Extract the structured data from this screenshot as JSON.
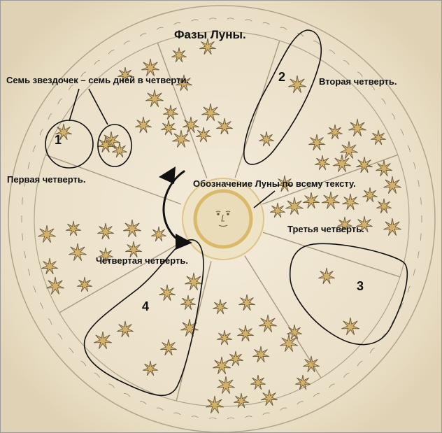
{
  "title": "Фазы Луны.",
  "labels": {
    "seven_stars": "Семь звездочек – семь дней в четверти.",
    "first_quarter": "Первая четверть.",
    "second_quarter": "Вторая четверть.",
    "moon_symbol": "Обозначение Луны по всему тексту.",
    "third_quarter": "Третья четверть.",
    "fourth_quarter": "Четвертая четверть."
  },
  "numbers": {
    "one": "1",
    "two": "2",
    "three": "3",
    "four": "4"
  },
  "colors": {
    "parchment": "#efe6d2",
    "ink": "#8a7a64",
    "star_fill": "#c9a24a",
    "star_stroke": "#6b5a3e",
    "annotation": "#111111",
    "moon_ring": "#d9b96a"
  }
}
